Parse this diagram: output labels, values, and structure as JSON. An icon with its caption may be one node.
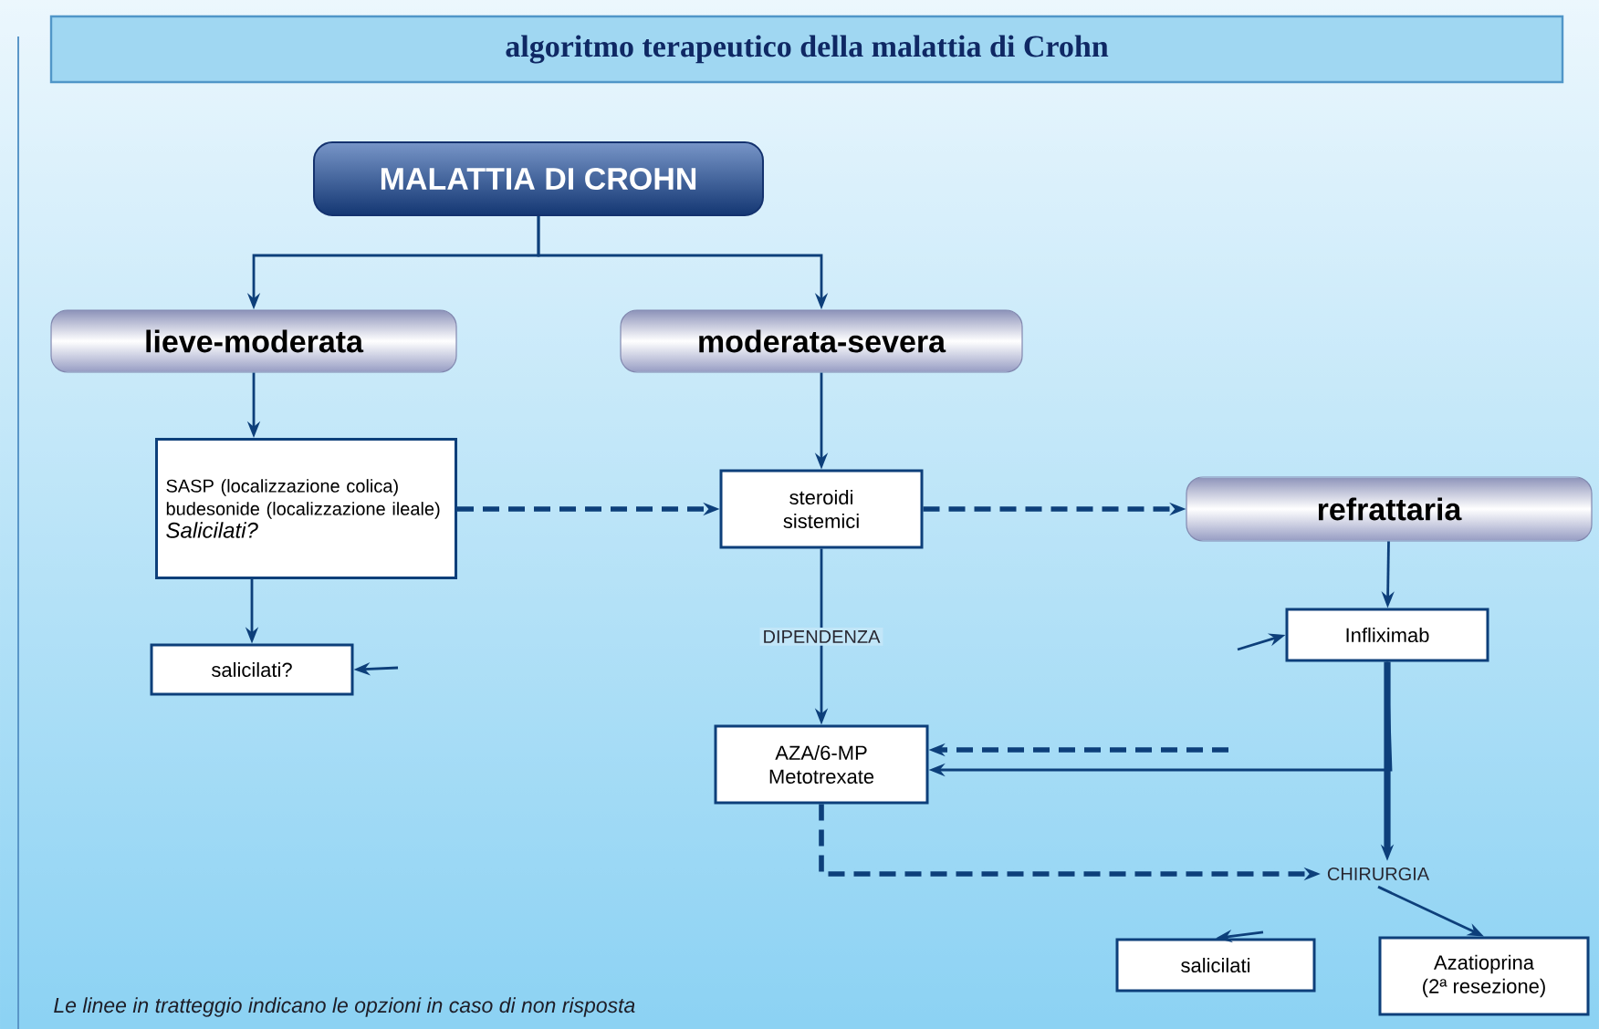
{
  "diagram": {
    "title": "algoritmo terapeutico della malattia di Crohn",
    "caption": "Le linee in tratteggio indicano le opzioni in caso di non risposta",
    "nodes": [
      {
        "text": [
          "MALATTIA DI CROHN"
        ]
      },
      {
        "text": [
          "lieve-moderata"
        ]
      },
      {
        "text": [
          "moderata-severa"
        ]
      },
      {
        "text": [
          "SASP (localizzazione colica)",
          "budesonide (localizzazione ileale)",
          "Salicilati?"
        ]
      },
      {
        "text": [
          "steroidi sistemici"
        ]
      },
      {
        "text": [
          "refrattaria"
        ]
      },
      {
        "text": [
          "salicilati?"
        ]
      },
      {
        "text": [
          "Infliximab"
        ]
      },
      {
        "text": [
          "AZA/6-MP Metotrexate"
        ]
      },
      {
        "text": [
          "CHIRURGIA"
        ]
      },
      {
        "text": [
          "salicilati"
        ]
      },
      {
        "text": [
          "Azatioprina",
          "(2ª resezione)"
        ]
      }
    ],
    "edges": [
      {
        "from": 0,
        "to": 1,
        "arrow": "to"
      },
      {
        "from": 0,
        "to": 2,
        "arrow": "to"
      },
      {
        "from": 1,
        "to": 3,
        "arrow": "to"
      },
      {
        "from": 3,
        "to": 4,
        "arrow": "to",
        "style": "dashed"
      },
      {
        "from": 2,
        "to": 4,
        "arrow": "to"
      },
      {
        "from": 4,
        "to": 5,
        "arrow": "to",
        "style": "dashed"
      },
      {
        "from": 3,
        "to": 6,
        "arrow": "to"
      },
      {
        "from": null,
        "to": 6,
        "arrow": "to"
      },
      {
        "from": 4,
        "to": 8,
        "arrow": "to",
        "label": "DIPENDENZA"
      },
      {
        "from": 5,
        "to": 7,
        "arrow": "to"
      },
      {
        "from": null,
        "to": 7,
        "arrow": "to"
      },
      {
        "from": 7,
        "to": 8,
        "arrow": "to"
      },
      {
        "from": null,
        "to": 8,
        "arrow": "to",
        "style": "dashed"
      },
      {
        "from": 7,
        "to": 9,
        "arrow": "to",
        "style": "thick"
      },
      {
        "from": 8,
        "to": 9,
        "arrow": "to",
        "style": "dashed"
      },
      {
        "from": 9,
        "to": 11,
        "arrow": "to"
      },
      {
        "from": null,
        "to": 10,
        "arrow": "to"
      }
    ]
  }
}
